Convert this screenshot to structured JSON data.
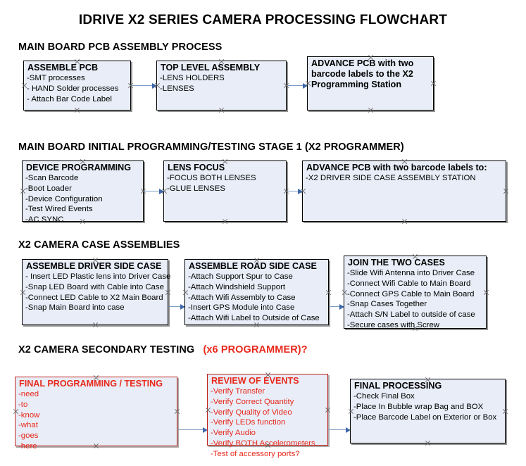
{
  "title": "IDRIVE X2  SERIES CAMERA PROCESSING FLOWCHART",
  "colors": {
    "box_fill": "#e8edf7",
    "box_border": "#000000",
    "red_accent": "#e8291c",
    "connector": "#7b9cc4",
    "arrow": "#3f68a8"
  },
  "sections": [
    {
      "id": "main-board-pcb-assembly-process",
      "heading": "MAIN BOARD PCB ASSEMBLY PROCESS",
      "heading_accent": "",
      "nodes": [
        {
          "id": "assemble-pcb",
          "title": "ASSEMBLE PCB",
          "lines": [
            "-SMT processes",
            "- HAND Solder processes",
            "- Attach Bar Code Label"
          ]
        },
        {
          "id": "top-level-assembly",
          "title": "TOP LEVEL ASSEMBLY",
          "lines": [
            "-LENS HOLDERS",
            "-LENSES"
          ]
        },
        {
          "id": "advance-pcb-programming-station",
          "title": "ADVANCE PCB with two barcode labels to the  X2 Programming Station",
          "lines": []
        }
      ]
    },
    {
      "id": "main-board-initial-programming",
      "heading": "MAIN BOARD INITIAL PROGRAMMING/TESTING STAGE 1 (X2 PROGRAMMER)",
      "heading_accent": "",
      "nodes": [
        {
          "id": "device-programming",
          "title": "DEVICE PROGRAMMING",
          "lines": [
            "-Scan Barcode",
            "-Boot Loader",
            "-Device Configuration",
            "-Test Wired Events",
            "-AC SYNC"
          ]
        },
        {
          "id": "lens-focus",
          "title": "LENS FOCUS",
          "lines": [
            "-FOCUS BOTH LENSES",
            "-GLUE LENSES"
          ]
        },
        {
          "id": "advance-pcb-driver-side-case",
          "title": "ADVANCE PCB with two barcode labels to:",
          "lines": [
            "-X2 DRIVER  SIDE  CASE  ASSEMBLY STATION"
          ]
        }
      ]
    },
    {
      "id": "x2-camera-case-assemblies",
      "heading": "X2 CAMERA CASE ASSEMBLIES",
      "heading_accent": "",
      "nodes": [
        {
          "id": "assemble-driver-side-case",
          "title": "ASSEMBLE DRIVER SIDE CASE",
          "lines": [
            "- Insert LED Plastic lens into Driver Case",
            "-Snap LED Board with Cable into Case",
            "-Connect LED Cable to X2 Main Board",
            "-Snap Main Board into case"
          ]
        },
        {
          "id": "assemble-road-side-case",
          "title": "ASSEMBLE ROAD SIDE CASE",
          "lines": [
            "-Attach Support Spur to Case",
            "-Attach Windshield Support",
            "-Attach Wifi Assembly to Case",
            "-Insert GPS Module into Case",
            "-Attach Wifi Label to Outside of Case"
          ]
        },
        {
          "id": "join-the-two-cases",
          "title": "JOIN THE TWO CASES",
          "lines": [
            "-Slide Wifi Antenna into Driver Case",
            "-Connect Wifi Cable to Main Board",
            "-Connect GPS Cable to Main Board",
            "-Snap Cases Together",
            "-Attach S/N Label to outside of case",
            "-Secure cases with Screw"
          ]
        }
      ]
    },
    {
      "id": "x2-camera-secondary-testing",
      "heading": "X2 CAMERA SECONDARY TESTING",
      "heading_accent": "(x6 PROGRAMMER)?",
      "nodes": [
        {
          "id": "final-programming-testing",
          "title": "FINAL PROGRAMMING / TESTING",
          "lines": [
            "-need",
            "-to",
            "-know",
            "-what",
            "-goes",
            "-here"
          ]
        },
        {
          "id": "review-of-events",
          "title": "REVIEW OF EVENTS",
          "lines": [
            "-Verify Transfer",
            "-Verify Correct Quantity",
            "-Verify Quality of Video",
            "-Verify LEDs function",
            "-Verify Audio",
            "-Verify BOTH Accelerometers",
            "-Test of accessory ports?"
          ]
        },
        {
          "id": "final-processing",
          "title": "FINAL PROCESSING",
          "lines": [
            " -Check Final Box",
            "-Place In Bubble wrap Bag and BOX",
            "-Place Barcode Label on Exterior or Box"
          ]
        }
      ]
    }
  ]
}
